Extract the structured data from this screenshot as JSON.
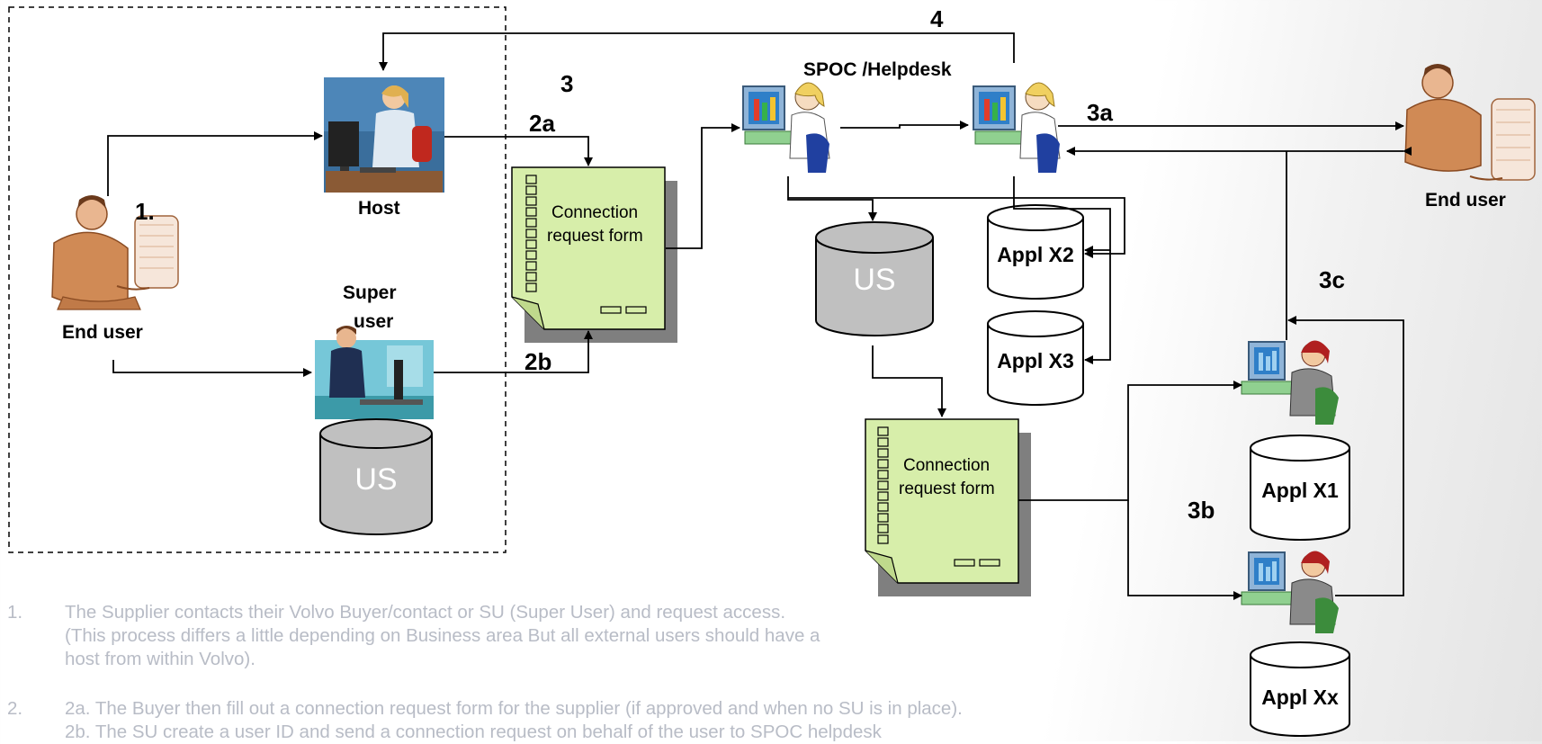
{
  "labels": {
    "step_1": "1.",
    "step_2a": "2a",
    "step_2b": "2b",
    "step_3": "3",
    "step_3a": "3a",
    "step_3b": "3b",
    "step_3c": "3c",
    "step_4": "4",
    "host": "Host",
    "super_user_line1": "Super",
    "super_user_line2": "user",
    "end_user_left": "End user",
    "end_user_right": "End user",
    "spoc_helpdesk": "SPOC /Helpdesk"
  },
  "databases": {
    "us_super_user": "US",
    "us_spoc": "US",
    "appl_x2": "Appl X2",
    "appl_x3": "Appl X3",
    "appl_x1": "Appl X1",
    "appl_xx": "Appl Xx"
  },
  "forms": {
    "form_upper_line1": "Connection",
    "form_upper_line2": "request form",
    "form_lower_line1": "Connection",
    "form_lower_line2": "request form"
  },
  "notes": [
    {
      "number": "1.",
      "lines": [
        "The Supplier contacts their Volvo Buyer/contact or SU (Super User) and request access.",
        "(This process differs a little depending on Business area But all external users should have a",
        "host from within Volvo)."
      ]
    },
    {
      "number": "2.",
      "lines": [
        "2a. The Buyer then fill out a connection request form for the supplier (if approved and when no SU is in place).",
        "2b. The SU create a user ID and send a connection request on behalf of the user to SPOC helpdesk"
      ]
    }
  ],
  "colors": {
    "form_fill": "#d7eeaa",
    "cylinder_gray": "#c0c0c0",
    "note_text": "#b8bcc6",
    "shadow": "#7f7f7f"
  }
}
